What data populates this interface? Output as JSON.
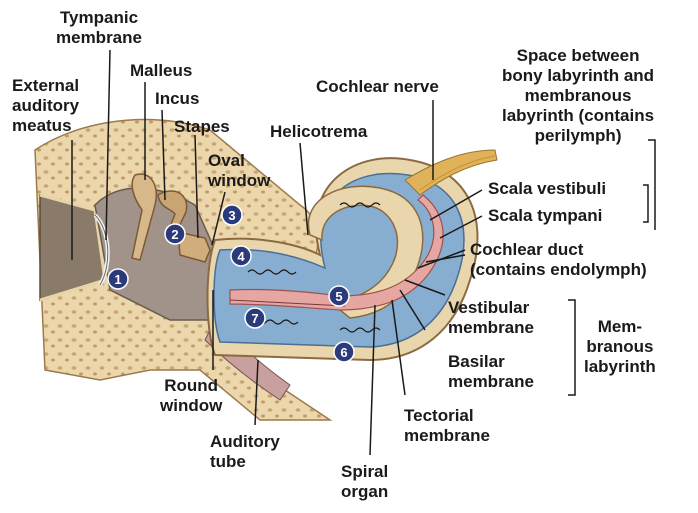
{
  "labels": {
    "tympanic_membrane": [
      "Tympanic",
      "membrane"
    ],
    "external_auditory_meatus": [
      "External",
      "auditory",
      "meatus"
    ],
    "malleus": "Malleus",
    "incus": "Incus",
    "stapes": "Stapes",
    "oval_window": [
      "Oval",
      "window"
    ],
    "helicotrema": "Helicotrema",
    "cochlear_nerve": "Cochlear nerve",
    "perilymph_space": [
      "Space between",
      "bony labyrinth and",
      "membranous",
      "labyrinth (contains",
      "perilymph)"
    ],
    "scala_vestibuli": "Scala vestibuli",
    "scala_tympani": "Scala tympani",
    "cochlear_duct": [
      "Cochlear duct",
      "(contains endolymph)"
    ],
    "vestibular_membrane": [
      "Vestibular",
      "membrane"
    ],
    "basilar_membrane": [
      "Basilar",
      "membrane"
    ],
    "membranous_labyrinth": [
      "Mem-",
      "branous",
      "labyrinth"
    ],
    "tectorial_membrane": [
      "Tectorial",
      "membrane"
    ],
    "spiral_organ": [
      "Spiral",
      "organ"
    ],
    "auditory_tube": [
      "Auditory",
      "tube"
    ],
    "round_window": [
      "Round",
      "window"
    ]
  },
  "step_markers": [
    "1",
    "2",
    "3",
    "4",
    "5",
    "6",
    "7"
  ],
  "colors": {
    "bone": "#e9d3a8",
    "bone_dark": "#b89a68",
    "perilymph_blue": "#7fa8cc",
    "endolymph_pink": "#e6a7a3",
    "nerve": "#e0b25a",
    "marker": "#2b3a7a"
  }
}
